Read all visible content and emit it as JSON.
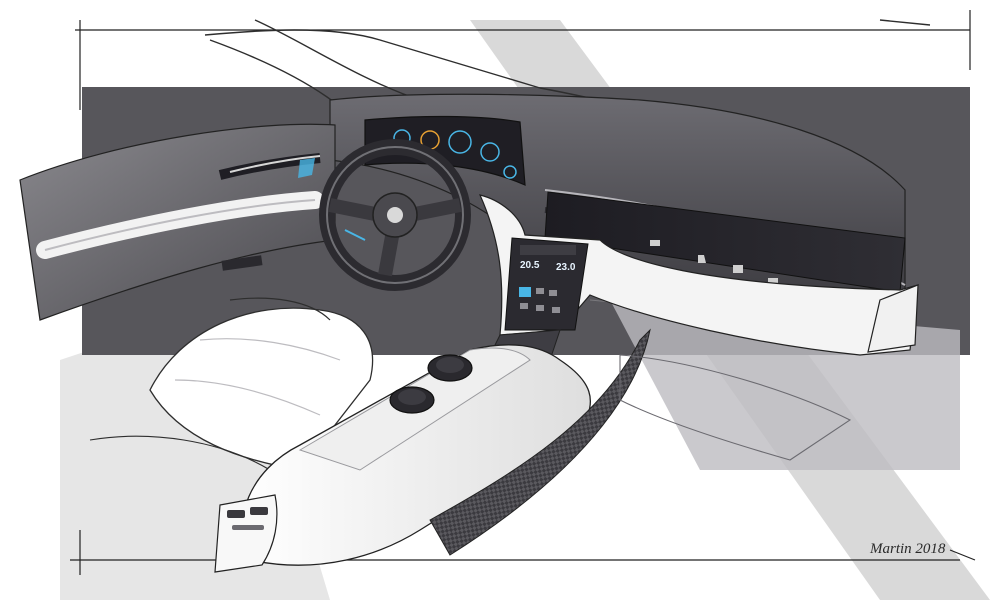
{
  "artwork": {
    "subject": "car interior design sketch",
    "signature": "Martin 2018"
  },
  "center_console_display": {
    "left_temp": "20.5",
    "right_temp": "23.0"
  },
  "colors": {
    "background": "#ffffff",
    "dark_band": "#57565b",
    "light_band": "#dcdcdc",
    "line": "#2e2e2e",
    "accent": "#49b6e6"
  }
}
